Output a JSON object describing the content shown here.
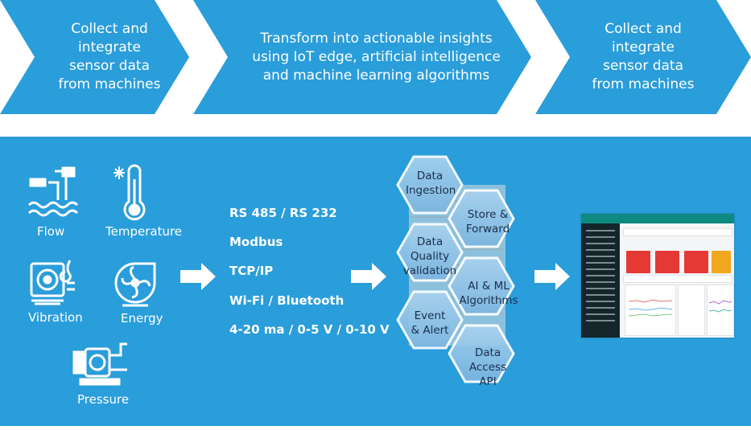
{
  "flow": {
    "step_1": "Collect and integrate sensor data from machines",
    "step_2": "Transform into actionable  insights using IoT edge, artificial intelligence and machine learning algorithms",
    "step_3": "Collect and integrate sensor data from machines"
  },
  "sensors": {
    "flow": "Flow",
    "temperature": "Temperature",
    "vibration": "Vibration",
    "energy": "Energy",
    "pressure": "Pressure"
  },
  "protocols": [
    "RS 485 / RS 232",
    "Modbus",
    "TCP/IP",
    "Wi-Fi / Bluetooth",
    "4-20 ma / 0-5 V / 0-10 V"
  ],
  "capabilities": {
    "data_ingestion": "Data Ingestion",
    "store_forward": "Store & Forward",
    "data_quality": "Data Quality validation",
    "ai_ml": "AI & ML Algorithms",
    "event_alert": "Event & Alert",
    "data_access": "Data Access API"
  },
  "colors": {
    "chevron": "#2a9ddb",
    "panel": "#2a9ddb",
    "hexagon": "#8fc3e8",
    "text_light": "#ffffff"
  },
  "icons": {
    "flow": "water-flow-icon",
    "temperature": "thermometer-icon",
    "vibration": "vibration-motor-icon",
    "energy": "fan-blower-icon",
    "pressure": "pump-icon",
    "arrow": "right-arrow-icon"
  }
}
